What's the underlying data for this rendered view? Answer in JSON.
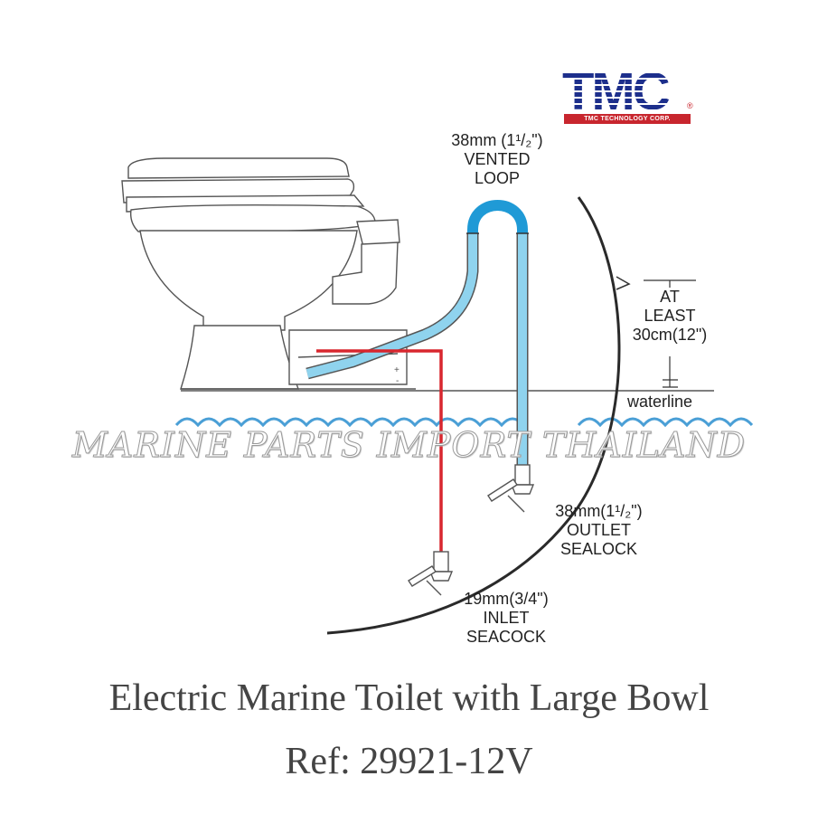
{
  "brand": {
    "logo_text": "TMC",
    "logo_subtext": "TMC TECHNOLOGY CORP.",
    "registered_mark": "®"
  },
  "labels": {
    "vented_loop": [
      "38mm (1¹/₂\")",
      "VENTED",
      "LOOP"
    ],
    "at_least": [
      "AT",
      "LEAST",
      "30cm(12\")"
    ],
    "waterline": "waterline",
    "outlet": [
      "38mm(1¹/₂\")",
      "OUTLET",
      "SEALOCK"
    ],
    "inlet": [
      "19mm(3/4\")",
      "INLET",
      "SEACOCK"
    ]
  },
  "watermark": "MARINE PARTS IMPORT THAILAND",
  "caption": {
    "title": "Electric Marine Toilet with Large Bowl",
    "ref": "Ref:  29921-12V"
  },
  "colors": {
    "outlet_hose": "#8fd3ee",
    "vented_loop": "#1f9ad6",
    "inlet_hose": "#d8262e",
    "hull": "#2a2a2a",
    "water_waves": "#4a9fd6",
    "logo_blue": "#1d2f8c",
    "logo_red": "#c8262e"
  },
  "icons": {
    "toilet": "toilet-drawing",
    "hull": "hull-curve",
    "seacock": "seacock-valve"
  }
}
